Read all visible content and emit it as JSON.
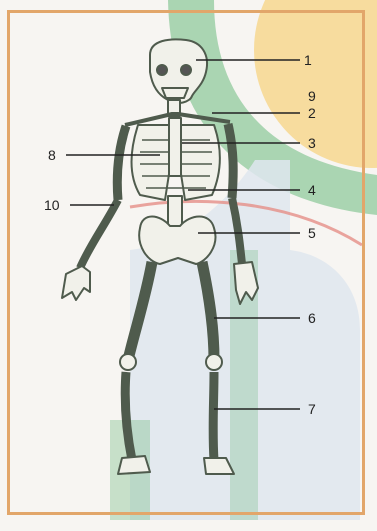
{
  "figure": {
    "labels": [
      {
        "id": "1",
        "text": "1"
      },
      {
        "id": "9",
        "text": "9"
      },
      {
        "id": "2",
        "text": "2"
      },
      {
        "id": "3",
        "text": "3"
      },
      {
        "id": "4",
        "text": "4"
      },
      {
        "id": "5",
        "text": "5"
      },
      {
        "id": "6",
        "text": "6"
      },
      {
        "id": "7",
        "text": "7"
      },
      {
        "id": "8",
        "text": "8"
      },
      {
        "id": "10",
        "text": "10"
      }
    ],
    "colors": {
      "border": "#e2a66a",
      "green_arc": "#6cba7d",
      "yellow_circle": "#f6d27a",
      "blue_panel": "#dfe6ef",
      "red_line": "#e58f87",
      "bone": "#f1f1ea",
      "bone_outline": "#4f5b4d"
    }
  }
}
